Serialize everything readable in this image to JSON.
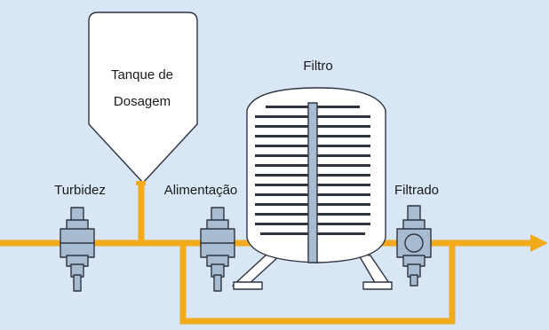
{
  "colors": {
    "background": "#d8e6f5",
    "pipe": "#f2ab1d",
    "vessel_fill": "#ffffff",
    "outline": "#2e3440",
    "sensor_fill": "#a8bcd1"
  },
  "labels": {
    "tank_line1": "Tanque de",
    "tank_line2": "Dosagem",
    "filter": "Filtro",
    "turbidity": "Turbidez",
    "feed": "Alimentação",
    "filtrate": "Filtrado"
  },
  "icons": {
    "flow_direction": "arrow-right-icon"
  }
}
